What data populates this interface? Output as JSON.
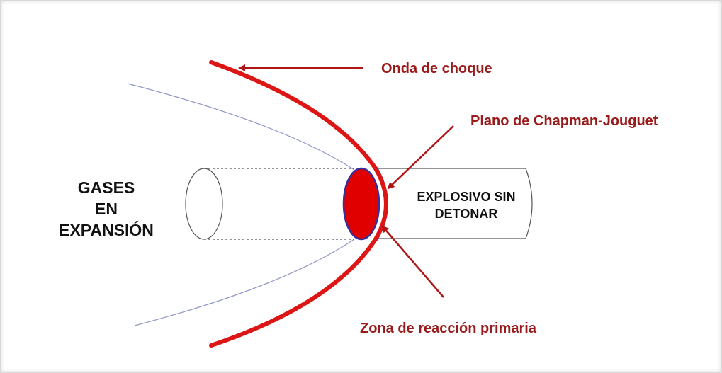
{
  "colors": {
    "shock": "#dd1515",
    "reaction": "#e00000",
    "reaction_outline": "#3a2f9a",
    "cj_plane": "#1f6fc4",
    "arrow": "#b01515",
    "label_red": "#9a1b1b",
    "guide": "#8f96c8",
    "tube": "#555555",
    "text": "#111111"
  },
  "labels": {
    "shock_wave": "Onda de choque",
    "cj_plane": "Plano de Chapman-Jouguet",
    "reaction_zone": "Zona de reacción primaria",
    "gases_line1": "GASES",
    "gases_line2": "EN",
    "gases_line3": "EXPANSIÓN",
    "unexploded_line1": "EXPLOSIVO SIN",
    "unexploded_line2": "DETONAR"
  }
}
